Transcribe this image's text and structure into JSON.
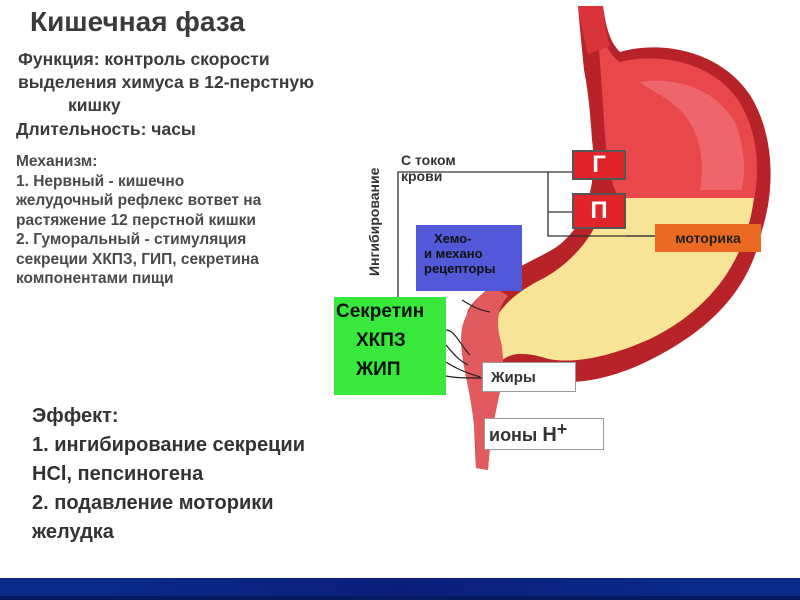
{
  "title": "Кишечная фаза",
  "function_lines": [
    "Функция: контроль скорости",
    "выделения химуса в 12-перстную",
    "кишку"
  ],
  "duration": "Длительность: часы",
  "mechanism_lines": [
    "Механизм:",
    "1. Нервный - кишечно",
    "желудочный рефлекс вответ на",
    "растяжение 12 перстной кишки",
    "2. Гуморальный - стимуляция",
    "секреции ХКПЗ, ГИП, секретина",
    "компонентами пищи"
  ],
  "effect_lines": [
    "Эффект:",
    "1. ингибирование секреции",
    "HCl, пепсиногена",
    "2. подавление моторики",
    "желудка"
  ],
  "diagram": {
    "g_label": "Г",
    "p_label": "П",
    "motor_label": "моторика",
    "receptors_lines": [
      "Хемо-",
      "и механо",
      "рецепторы"
    ],
    "secretin_lines": [
      "Секретин",
      "ХКПЗ",
      "ЖИП"
    ],
    "fats_label": "Жиры",
    "ions_label": "ионы",
    "ions_h": "Н",
    "ions_plus": "+",
    "blood_lines": [
      "С током",
      "крови"
    ],
    "inhibition_label": "Ингибирование"
  },
  "colors": {
    "stomach_red": "#e23a3e",
    "stomach_yellow": "#fbe99a",
    "g_p_boxes": "#e0242a",
    "motor_box": "#ea6a22",
    "receptor_box": "#5258d8",
    "secretin_box": "#39e83c",
    "footer": "#0a2a8a"
  }
}
